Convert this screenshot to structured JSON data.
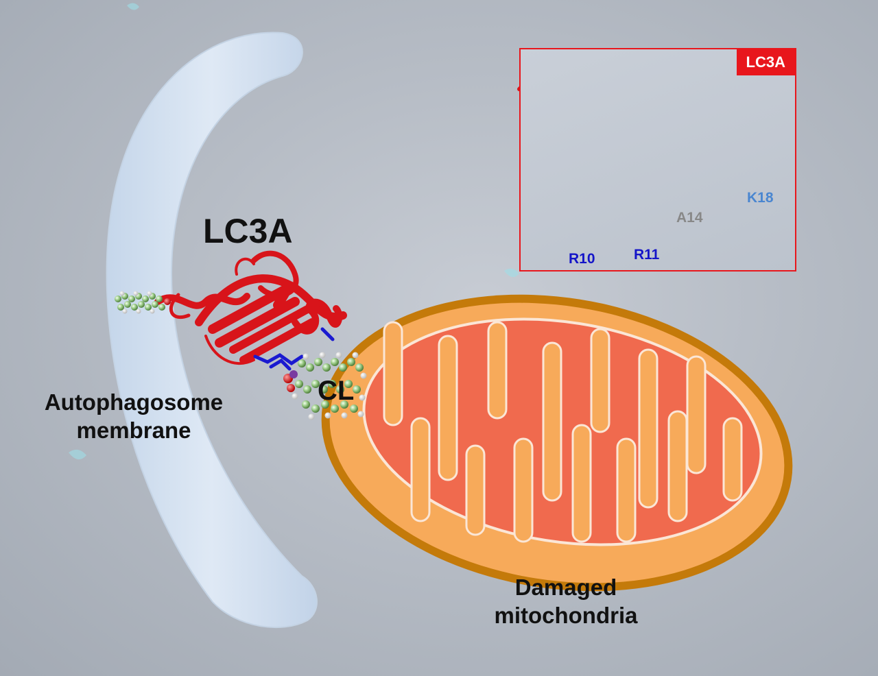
{
  "labels": {
    "protein": "LC3A",
    "lipid": "CL",
    "membrane_line1": "Autophagosome",
    "membrane_line2": "membrane",
    "mito_line1": "Damaged",
    "mito_line2": "mitochondria"
  },
  "inset": {
    "title": "LC3A",
    "residues": [
      "R10",
      "R11",
      "A14",
      "K18"
    ]
  },
  "colors": {
    "protein": "#e8161c",
    "residue_basic": "#1414c8",
    "residue_alanine": "#888888",
    "residue_lysine": "#4a86d0",
    "mito_outer": "#c47a0a",
    "mito_fill": "#f7aa5a",
    "mito_matrix": "#f06a4e",
    "membrane": "#d4e2f1"
  }
}
